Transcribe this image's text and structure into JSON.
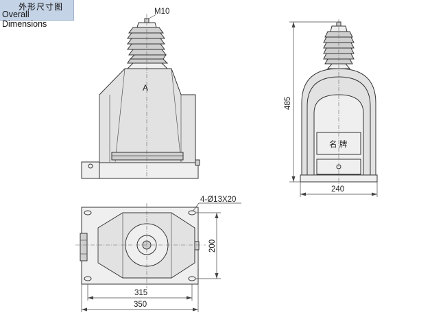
{
  "header": {
    "title_cn": "外形尺寸图",
    "title_en": "Overall Dimensions",
    "background_color": "#c4d3e6"
  },
  "front_view": {
    "thread_label": "M10",
    "phase_label": "A"
  },
  "side_view": {
    "nameplate_label": "名  牌",
    "height_dim": "485",
    "width_dim": "240"
  },
  "top_view": {
    "hole_label": "4-Ø13X20",
    "depth_dim": "200",
    "hole_spacing_dim": "315",
    "overall_width_dim": "350"
  }
}
